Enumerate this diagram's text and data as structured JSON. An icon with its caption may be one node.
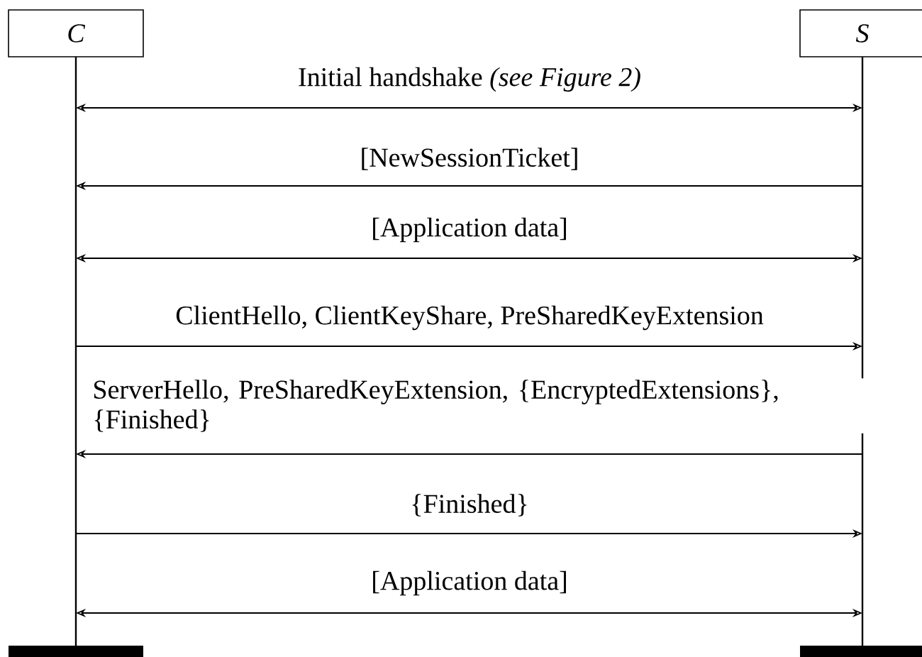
{
  "diagram": {
    "nodes": [
      {
        "text": [
          "C"
        ]
      },
      {
        "text": [
          "S"
        ]
      }
    ],
    "edges": [
      {
        "from": 0,
        "to": 1,
        "arrow": "both",
        "label": "Initial handshake *(see Figure 2)*"
      },
      {
        "from": 1,
        "to": 0,
        "arrow": "to",
        "label": "[NewSessionTicket]"
      },
      {
        "from": 0,
        "to": 1,
        "arrow": "both",
        "label": "[Application data]"
      },
      {
        "from": 0,
        "to": 1,
        "arrow": "to",
        "label": "ClientHello, ClientKeyShare, PreSharedKeyExtension"
      },
      {
        "from": 1,
        "to": 0,
        "arrow": "to",
        "label": "ServerHello, PreSharedKeyExtension, {EncryptedExtensions}, {Finished}"
      },
      {
        "from": 0,
        "to": 1,
        "arrow": "to",
        "label": "{Finished}"
      },
      {
        "from": 0,
        "to": 1,
        "arrow": "both",
        "label": "[Application data]"
      }
    ]
  }
}
